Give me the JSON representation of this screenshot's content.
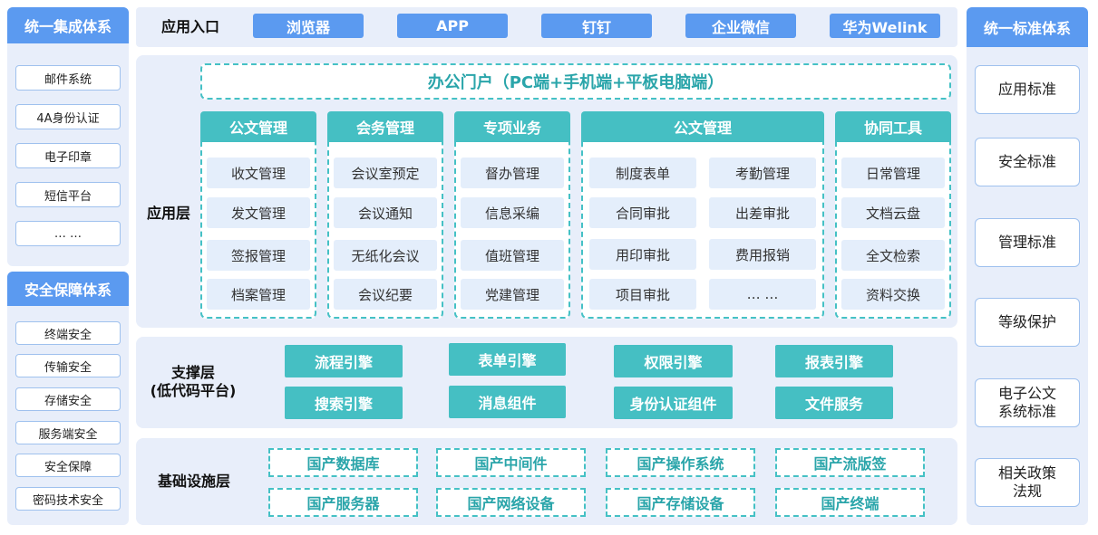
{
  "left_top": {
    "title": "统一集成体系",
    "items": [
      "邮件系统",
      "4A身份认证",
      "电子印章",
      "短信平台",
      "… …"
    ]
  },
  "left_bottom": {
    "title": "安全保障体系",
    "items": [
      "终端安全",
      "传输安全",
      "存储安全",
      "服务端安全",
      "安全保障",
      "密码技术安全"
    ]
  },
  "right_panel": {
    "title": "统一标准体系",
    "items": [
      "应用标准",
      "安全标准",
      "管理标准",
      "等级保护",
      "电子公文\n系统标准",
      "相关政策\n法规"
    ]
  },
  "entry": {
    "label": "应用入口",
    "buttons": [
      "浏览器",
      "APP",
      "钉钉",
      "企业微信",
      "华为Welink"
    ]
  },
  "app_layer": {
    "label": "应用层",
    "portal": "办公门户（PC端+手机端+平板电脑端）",
    "modules": [
      {
        "title": "公文管理",
        "items": [
          "收文管理",
          "发文管理",
          "签报管理",
          "档案管理"
        ]
      },
      {
        "title": "会务管理",
        "items": [
          "会议室预定",
          "会议通知",
          "无纸化会议",
          "会议纪要"
        ]
      },
      {
        "title": "专项业务",
        "items": [
          "督办管理",
          "信息采编",
          "值班管理",
          "党建管理"
        ]
      },
      {
        "title": "公文管理",
        "items": [
          "制度表单",
          "考勤管理",
          "合同审批",
          "出差审批",
          "用印审批",
          "费用报销",
          "项目审批",
          "… …"
        ]
      },
      {
        "title": "协同工具",
        "items": [
          "日常管理",
          "文档云盘",
          "全文检索",
          "资料交换"
        ]
      }
    ]
  },
  "support_layer": {
    "label": "支撑层\n(低代码平台)",
    "engines": [
      "流程引擎",
      "表单引擎",
      "权限引擎",
      "报表引擎",
      "搜索引擎",
      "消息组件",
      "身份认证组件",
      "文件服务"
    ]
  },
  "infra_layer": {
    "label": "基础设施层",
    "items": [
      "国产数据库",
      "国产中间件",
      "国产操作系统",
      "国产流版签",
      "国产服务器",
      "国产网络设备",
      "国产存储设备",
      "国产终端"
    ]
  }
}
